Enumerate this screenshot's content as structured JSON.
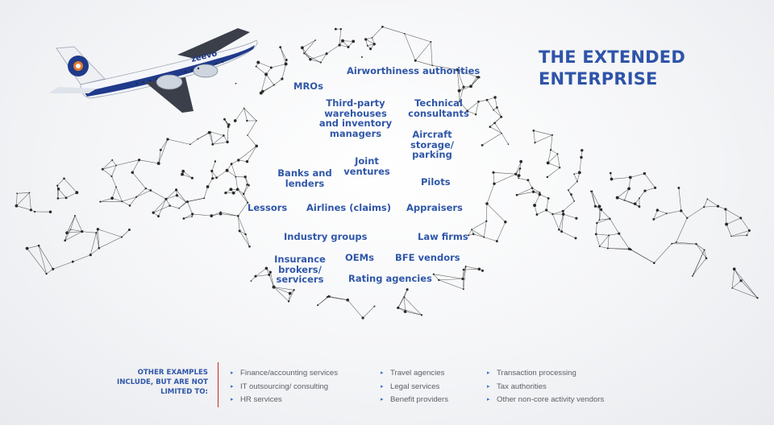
{
  "title": "THE EXTENDED ENTERPRISE",
  "plane": {
    "brand": "zeevo"
  },
  "stakeholders": [
    "Airworthiness authorities",
    "MROs",
    "Third-party warehouses and inventory managers",
    "Technical consultants",
    "Aircraft storage/ parking",
    "Joint ventures",
    "Banks and lenders",
    "Pilots",
    "Lessors",
    "Airlines (claims)",
    "Appraisers",
    "Industry groups",
    "Law firms",
    "Insurance brokers/ servicers",
    "OEMs",
    "BFE vendors",
    "Rating agencies"
  ],
  "footer": {
    "label": "OTHER EXAMPLES INCLUDE, BUT ARE NOT LIMITED TO:",
    "col1": [
      "Finance/accounting services",
      "IT outsourcing/ consulting",
      "HR services"
    ],
    "col2": [
      "Travel agencies",
      "Legal services",
      "Benefit providers"
    ],
    "col3": [
      "Transaction processing",
      "Tax authorities",
      "Other non-core activity vendors"
    ],
    "bullet": "▸"
  },
  "colors": {
    "accent": "#2e54a8",
    "rule": "#c8262f",
    "network": "#2a2a2a"
  }
}
